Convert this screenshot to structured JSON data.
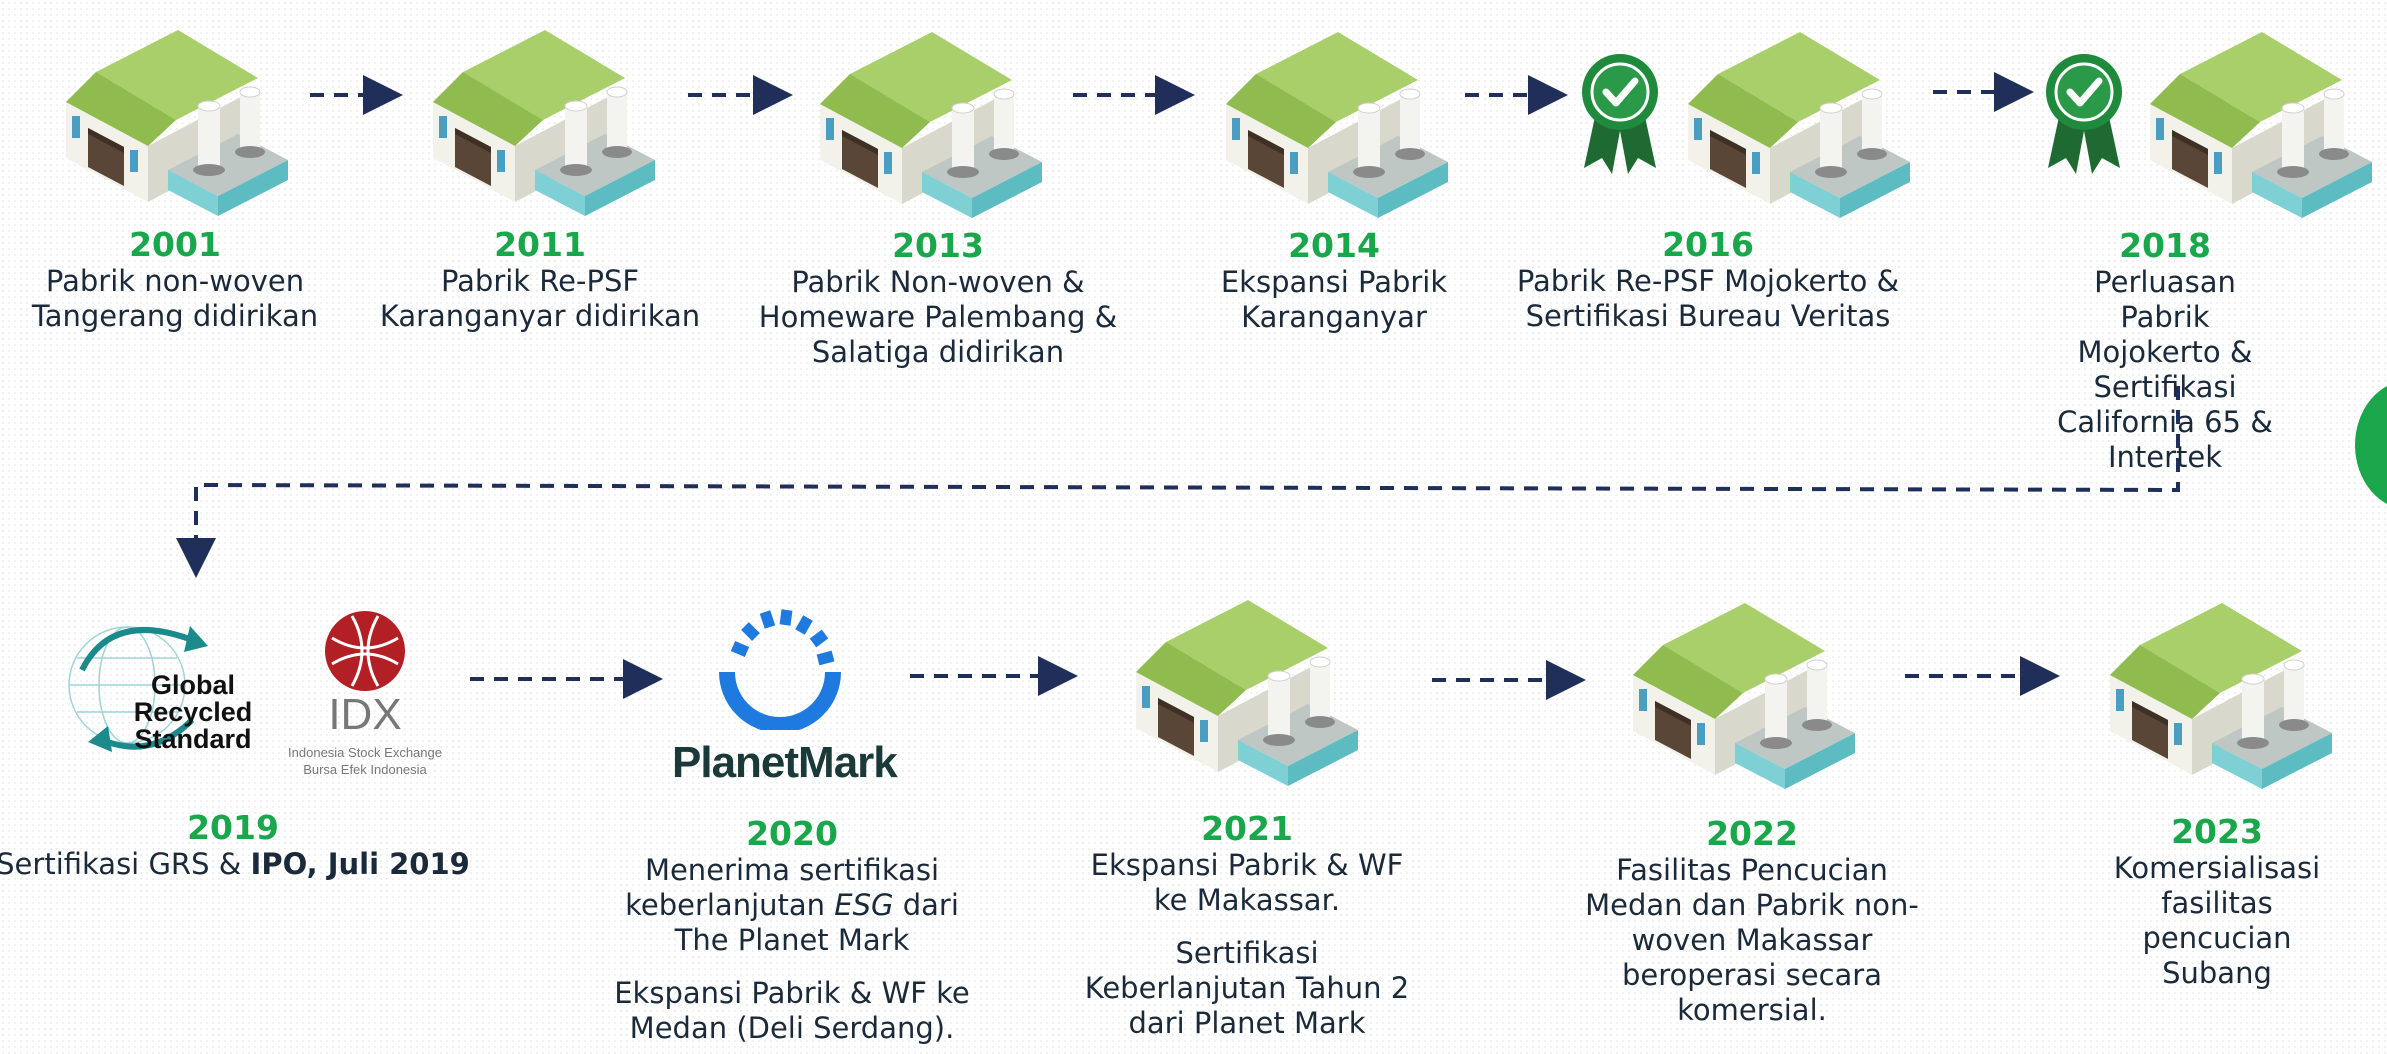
{
  "milestones": [
    {
      "year": "2001",
      "desc": "Pabrik non-woven\nTangerang didirikan"
    },
    {
      "year": "2011",
      "desc": "Pabrik Re-PSF\nKaranganyar didirikan"
    },
    {
      "year": "2013",
      "desc": "Pabrik Non-woven &\nHomeware Palembang &\nSalatiga didirikan"
    },
    {
      "year": "2014",
      "desc": "Ekspansi Pabrik\nKaranganyar"
    },
    {
      "year": "2016",
      "desc": "Pabrik Re-PSF Mojokerto &\nSertifikasi Bureau Veritas"
    },
    {
      "year": "2018",
      "desc": "Perluasan Pabrik Mojokerto &\nSertifikasi California 65 &\nIntertek"
    },
    {
      "year": "2019",
      "desc": "Sertifikasi GRS & ",
      "desc_bold": "IPO, Juli 2019"
    },
    {
      "year": "2020",
      "desc_pre": "Menerima sertifikasi\nkeberlanjutan ",
      "desc_italic": "ESG",
      "desc_post": " dari\nThe Planet Mark",
      "desc2": "Ekspansi Pabrik & WF ke\nMedan (Deli Serdang)."
    },
    {
      "year": "2021",
      "desc": "Ekspansi Pabrik & WF\nke Makassar.",
      "desc2": "Sertifikasi\nKeberlanjutan Tahun 2\ndari Planet Mark"
    },
    {
      "year": "2022",
      "desc": "Fasilitas Pencucian\nMedan dan Pabrik non-\nwoven Makassar\nberoperasi secara\nkomersial."
    },
    {
      "year": "2023",
      "desc": "Komersialisasi fasilitas\npencucian Subang"
    }
  ],
  "logos": {
    "grs_line1": "Global Recycled",
    "grs_line2": "Standard",
    "idx_main": "IDX",
    "idx_sub1": "Indonesia Stock Exchange",
    "idx_sub2": "Bursa Efek Indonesia",
    "planet": "PlanetMark"
  },
  "icons": [
    "factory-icon",
    "certificate-badge-icon",
    "grs-logo",
    "idx-logo",
    "planetmark-logo"
  ],
  "colors": {
    "year": "#1aa64b",
    "text": "#1b2a3a",
    "arrow": "#1f2f5a",
    "roof": "#a9cf6a",
    "badge": "#1f8a3b",
    "planet_blue": "#1f7ae0"
  }
}
